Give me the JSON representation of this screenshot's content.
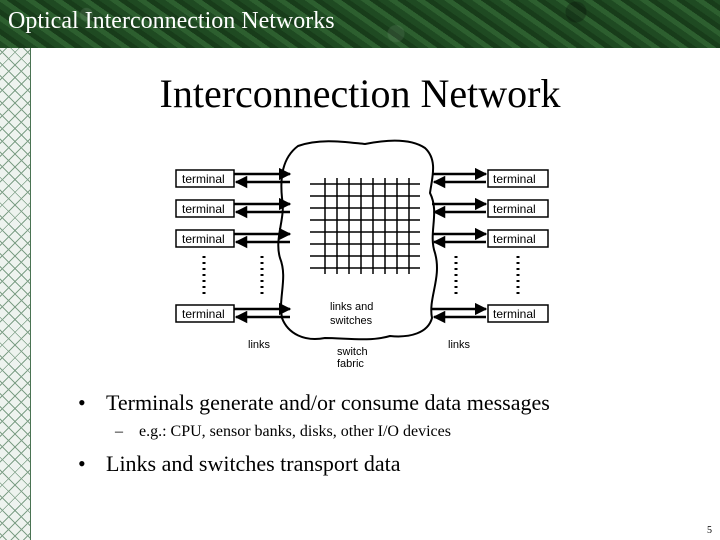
{
  "header": {
    "title": "Optical Interconnection Networks"
  },
  "slide": {
    "title": "Interconnection Network"
  },
  "diagram": {
    "terminal_label": "terminal",
    "links_label": "links",
    "switch_fabric_label_line1": "switch",
    "switch_fabric_label_line2": "fabric",
    "links_switches_line1": "links and",
    "links_switches_line2": "switches"
  },
  "bullets": [
    {
      "text": "Terminals generate and/or consume data messages"
    },
    {
      "text": "e.g.: CPU, sensor banks, disks, other I/O devices"
    },
    {
      "text": "Links and switches transport data"
    }
  ],
  "bullet_marks": {
    "dot": "•",
    "dash": "–"
  },
  "footer": {
    "page_number": "5"
  }
}
